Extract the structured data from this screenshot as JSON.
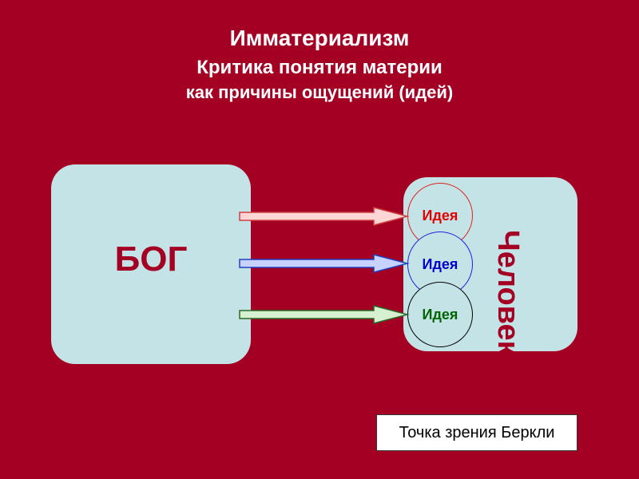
{
  "title": {
    "line1": "Имматериализм",
    "line2": "Критика понятия материи",
    "line3": "как причины ощущений (идей)"
  },
  "god": {
    "label": "БОГ"
  },
  "human": {
    "label": "Человек"
  },
  "ideas": [
    {
      "label": "Идея",
      "color": "#e00000"
    },
    {
      "label": "Идея",
      "color": "#0000cc"
    },
    {
      "label": "Идея",
      "color": "#006400"
    }
  ],
  "note": {
    "label": "Точка зрения Беркли"
  },
  "colors": {
    "background": "#a30024",
    "box": "#c4e3e6",
    "arrow_red": "#ffd5d5",
    "arrow_blue": "#c8d2ff",
    "arrow_green": "#d7f0d0"
  }
}
